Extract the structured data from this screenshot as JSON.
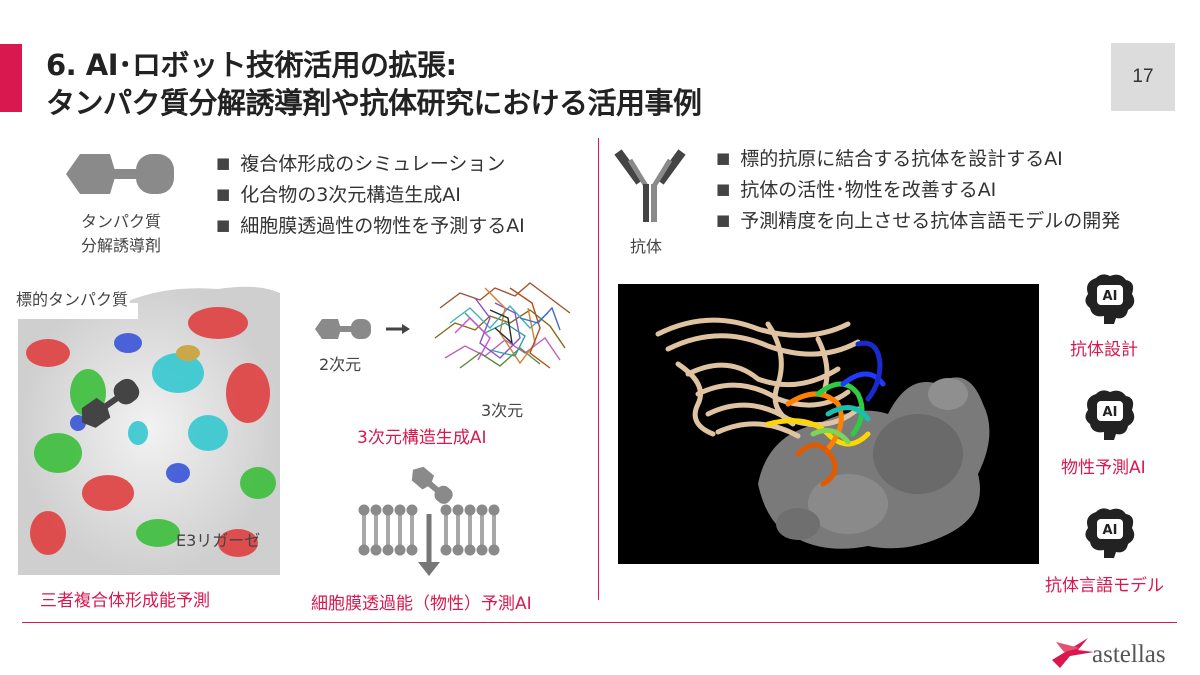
{
  "header": {
    "title_line1": "6. AI･ロボット技術活用の拡張:",
    "title_line2": "タンパク質分解誘導剤や抗体研究における活用事例",
    "page_number": "17"
  },
  "left": {
    "icon_label_line1": "タンパク質",
    "icon_label_line2": "分解誘導剤",
    "bullets": [
      "複合体形成のシミュレーション",
      "化合物の3次元構造生成AI",
      "細胞膜透過性の物性を予測するAI"
    ],
    "surface_label_target": "標的タンパク質",
    "surface_label_e3": "E3リガーゼ",
    "caption_ternary": "三者複合体形成能予測",
    "label_2d": "2次元",
    "label_3d": "3次元",
    "caption_3d_gen": "3次元構造生成AI",
    "caption_permeability": "細胞膜透過能（物性）予測AI"
  },
  "right": {
    "icon_label": "抗体",
    "bullets": [
      "標的抗原に結合する抗体を設計するAI",
      "抗体の活性･物性を改善するAI",
      "予測精度を向上させる抗体言語モデルの開発"
    ],
    "ai_badge_text": "AI",
    "ai_items": [
      "抗体設計",
      "物性予測AI",
      "抗体言語モデル"
    ]
  },
  "footer": {
    "brand_name": "astellas"
  },
  "colors": {
    "accent": "#d8184f",
    "icon_gray": "#8a8a8a",
    "dark_gray": "#555555"
  }
}
